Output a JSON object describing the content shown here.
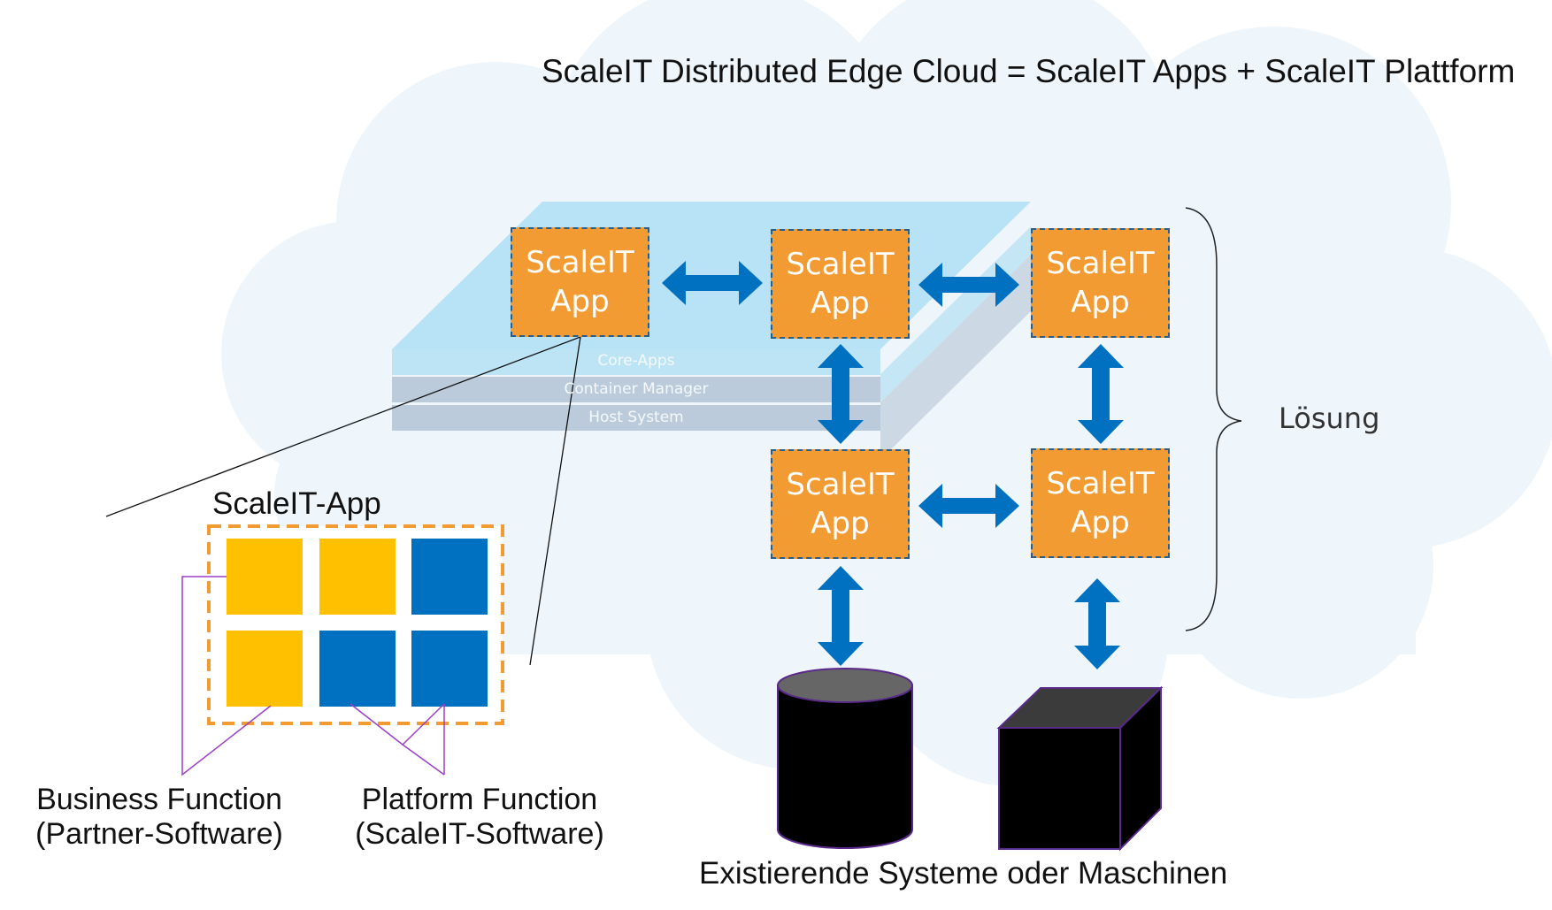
{
  "title": "ScaleIT Distributed Edge Cloud = ScaleIT Apps + ScaleIT Plattform",
  "platform_layers": [
    "Core-Apps",
    "Container Manager",
    "Host System"
  ],
  "apps": [
    {
      "line1": "ScaleIT",
      "line2": "App"
    },
    {
      "line1": "ScaleIT",
      "line2": "App"
    },
    {
      "line1": "ScaleIT",
      "line2": "App"
    },
    {
      "line1": "ScaleIT",
      "line2": "App"
    },
    {
      "line1": "ScaleIT",
      "line2": "App"
    }
  ],
  "solution_label": "Lösung",
  "zoom": {
    "title": "ScaleIT-App",
    "business_label": [
      "Business Function",
      "(Partner-Software)"
    ],
    "platform_label": [
      "Platform Function",
      "(ScaleIT-Software)"
    ]
  },
  "existing_systems_label": "Existierende Systeme oder Maschinen",
  "colors": {
    "app": "#f29b32",
    "business_function": "#ffc000",
    "platform_function": "#0070c0",
    "arrow": "#0070c0",
    "cloud": "#eef6fc",
    "layer_top": "#bde4f5",
    "layer_mid": "#bccbdc"
  }
}
